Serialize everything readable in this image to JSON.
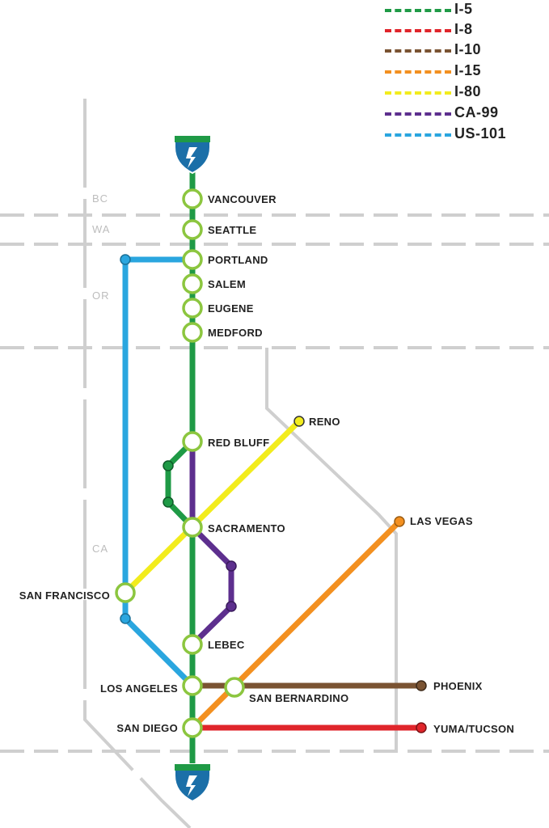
{
  "legend": [
    {
      "label": "I-5",
      "color": "#1f9a46"
    },
    {
      "label": "I-8",
      "color": "#e0252b"
    },
    {
      "label": "I-10",
      "color": "#7a5332"
    },
    {
      "label": "I-15",
      "color": "#f39020"
    },
    {
      "label": "I-80",
      "color": "#f2ec1d"
    },
    {
      "label": "CA-99",
      "color": "#5d2f8e"
    },
    {
      "label": "US-101",
      "color": "#2aa6df"
    }
  ],
  "states": {
    "bc": "BC",
    "wa": "WA",
    "or": "OR",
    "ca": "CA"
  },
  "cities": {
    "vancouver": "VANCOUVER",
    "seattle": "SEATTLE",
    "portland": "PORTLAND",
    "salem": "SALEM",
    "eugene": "EUGENE",
    "medford": "MEDFORD",
    "reno": "RENO",
    "red_bluff": "RED BLUFF",
    "sacramento": "SACRAMENTO",
    "las_vegas": "LAS VEGAS",
    "san_francisco": "SAN FRANCISCO",
    "lebec": "LEBEC",
    "los_angeles": "LOS ANGELES",
    "san_bernardino": "SAN BERNARDINO",
    "phoenix": "PHOENIX",
    "san_diego": "SAN DIEGO",
    "yuma_tucson": "YUMA/TUCSON"
  },
  "colors": {
    "border": "#cfcfcf",
    "station_ring": "#8cc63f",
    "shield_blue": "#1b6fa8",
    "shield_green": "#1f9a46"
  },
  "icons": {
    "top_shield": "interstate-shield-icon",
    "bottom_shield": "interstate-shield-icon"
  }
}
